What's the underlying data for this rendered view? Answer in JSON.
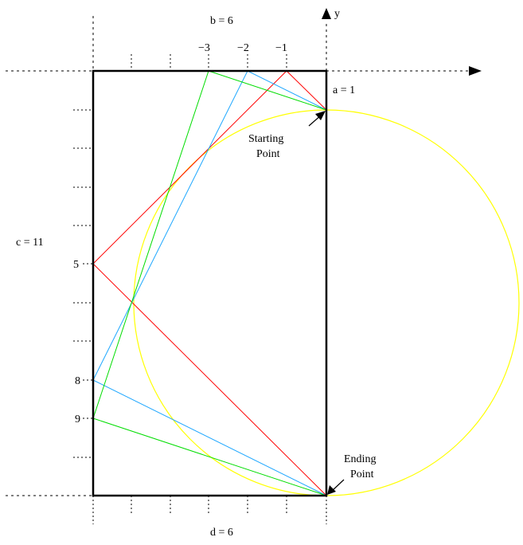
{
  "labels": {
    "b": "b = 6",
    "a": "a = 1",
    "c": "c = 11",
    "d": "d = 6",
    "y_axis": "y",
    "start_line1": "Starting",
    "start_line2": "Point",
    "end_line1": "Ending",
    "end_line2": "Point"
  },
  "top_ticks": [
    "−3",
    "−2",
    "−1"
  ],
  "left_ticks": [
    "5",
    "8",
    "9"
  ],
  "colors": {
    "frame": "#000000",
    "circle": "#ffff00",
    "red_path": "#ff0000",
    "blue_path": "#1ea7ff",
    "green_path": "#00dd00"
  }
}
